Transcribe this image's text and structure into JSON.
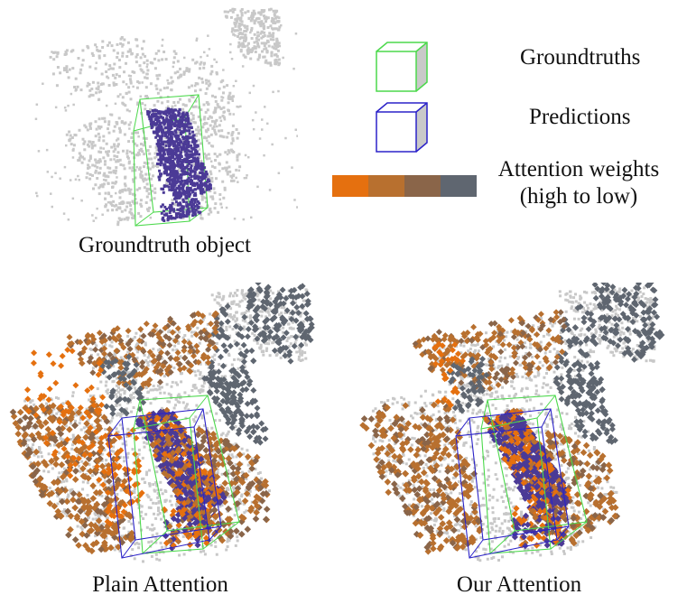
{
  "captions": {
    "groundtruth_object": "Groundtruth object",
    "plain_attention": "Plain Attention",
    "our_attention": "Our Attention"
  },
  "legend": {
    "groundtruths": "Groundtruths",
    "predictions": "Predictions",
    "attention_line1": "Attention weights",
    "attention_line2": "(high to low)",
    "attention_colors": [
      "#e5700f",
      "#b8702f",
      "#8a6549",
      "#5f6670"
    ],
    "groundtruth_color": "#4cd94c",
    "prediction_color": "#2b22c8",
    "object_color": "#4b3a96",
    "background_point_color": "#c8c8c8"
  }
}
